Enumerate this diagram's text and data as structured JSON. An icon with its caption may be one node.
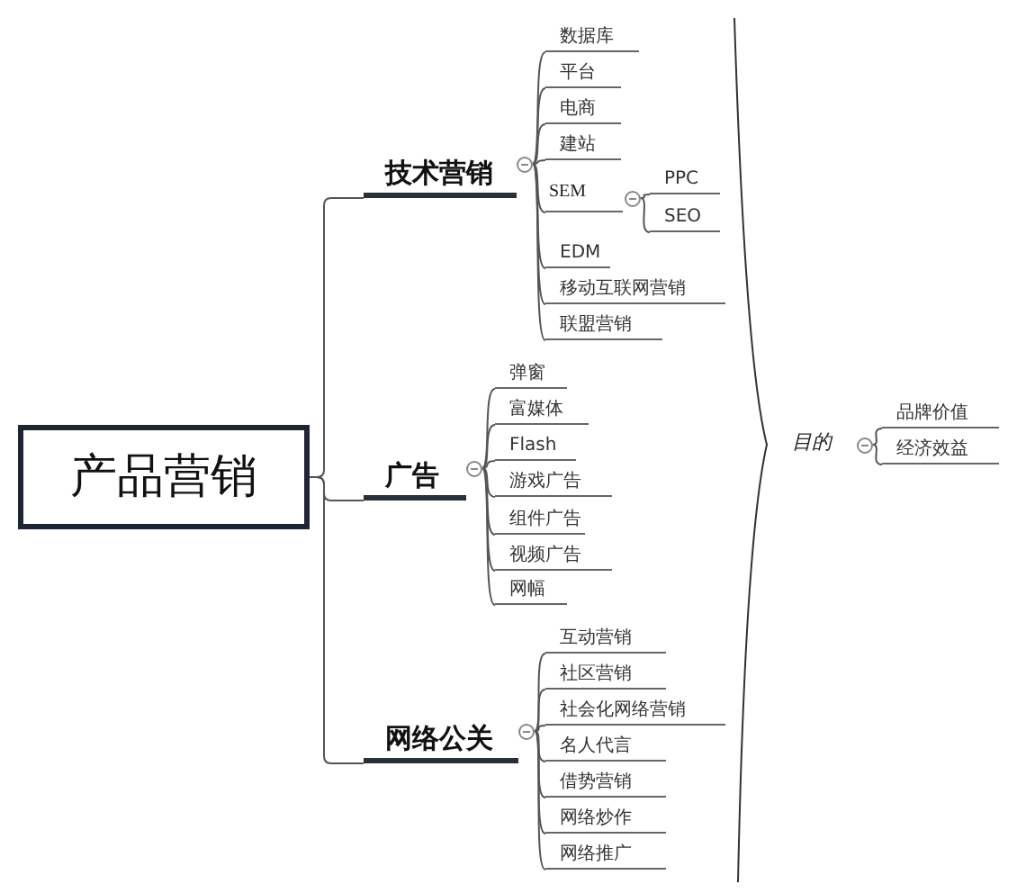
{
  "diagram": {
    "nodes": [
      {
        "text": [
          "产品营销"
        ]
      },
      {
        "text": [
          "技术营销"
        ]
      },
      {
        "text": [
          "数据库"
        ]
      },
      {
        "text": [
          "平台"
        ]
      },
      {
        "text": [
          "电商"
        ]
      },
      {
        "text": [
          "建站"
        ]
      },
      {
        "text": [
          "SEM"
        ]
      },
      {
        "text": [
          "PPC"
        ]
      },
      {
        "text": [
          "SEO"
        ]
      },
      {
        "text": [
          "EDM"
        ]
      },
      {
        "text": [
          "移动互联网营销"
        ]
      },
      {
        "text": [
          "联盟营销"
        ]
      },
      {
        "text": [
          "广告"
        ]
      },
      {
        "text": [
          "弹窗"
        ]
      },
      {
        "text": [
          "富媒体"
        ]
      },
      {
        "text": [
          "Flash"
        ]
      },
      {
        "text": [
          "游戏广告"
        ]
      },
      {
        "text": [
          "组件广告"
        ]
      },
      {
        "text": [
          "视频广告"
        ]
      },
      {
        "text": [
          "网幅"
        ]
      },
      {
        "text": [
          "网络公关"
        ]
      },
      {
        "text": [
          "互动营销"
        ]
      },
      {
        "text": [
          "社区营销"
        ]
      },
      {
        "text": [
          "社会化网络营销"
        ]
      },
      {
        "text": [
          "名人代言"
        ]
      },
      {
        "text": [
          "借势营销"
        ]
      },
      {
        "text": [
          "网络炒作"
        ]
      },
      {
        "text": [
          "网络推广"
        ]
      },
      {
        "text": [
          "目的"
        ]
      },
      {
        "text": [
          "品牌价值"
        ]
      },
      {
        "text": [
          "经济效益"
        ]
      }
    ],
    "edges": [
      {
        "from": 0,
        "to": 1,
        "arrow": "none"
      },
      {
        "from": 0,
        "to": 12,
        "arrow": "none"
      },
      {
        "from": 0,
        "to": 20,
        "arrow": "none"
      },
      {
        "from": 1,
        "to": 2,
        "arrow": "none"
      },
      {
        "from": 1,
        "to": 3,
        "arrow": "none"
      },
      {
        "from": 1,
        "to": 4,
        "arrow": "none"
      },
      {
        "from": 1,
        "to": 5,
        "arrow": "none"
      },
      {
        "from": 1,
        "to": 6,
        "arrow": "none"
      },
      {
        "from": 6,
        "to": 7,
        "arrow": "none"
      },
      {
        "from": 6,
        "to": 8,
        "arrow": "none"
      },
      {
        "from": 1,
        "to": 9,
        "arrow": "none"
      },
      {
        "from": 1,
        "to": 10,
        "arrow": "none"
      },
      {
        "from": 1,
        "to": 11,
        "arrow": "none"
      },
      {
        "from": 12,
        "to": 13,
        "arrow": "none"
      },
      {
        "from": 12,
        "to": 14,
        "arrow": "none"
      },
      {
        "from": 12,
        "to": 15,
        "arrow": "none"
      },
      {
        "from": 12,
        "to": 16,
        "arrow": "none"
      },
      {
        "from": 12,
        "to": 17,
        "arrow": "none"
      },
      {
        "from": 12,
        "to": 18,
        "arrow": "none"
      },
      {
        "from": 12,
        "to": 19,
        "arrow": "none"
      },
      {
        "from": 20,
        "to": 21,
        "arrow": "none"
      },
      {
        "from": 20,
        "to": 22,
        "arrow": "none"
      },
      {
        "from": 20,
        "to": 23,
        "arrow": "none"
      },
      {
        "from": 20,
        "to": 24,
        "arrow": "none"
      },
      {
        "from": 20,
        "to": 25,
        "arrow": "none"
      },
      {
        "from": 20,
        "to": 26,
        "arrow": "none"
      },
      {
        "from": 20,
        "to": 27,
        "arrow": "none"
      },
      {
        "from": 28,
        "to": 29,
        "arrow": "none"
      },
      {
        "from": 28,
        "to": 30,
        "arrow": "none"
      }
    ]
  }
}
